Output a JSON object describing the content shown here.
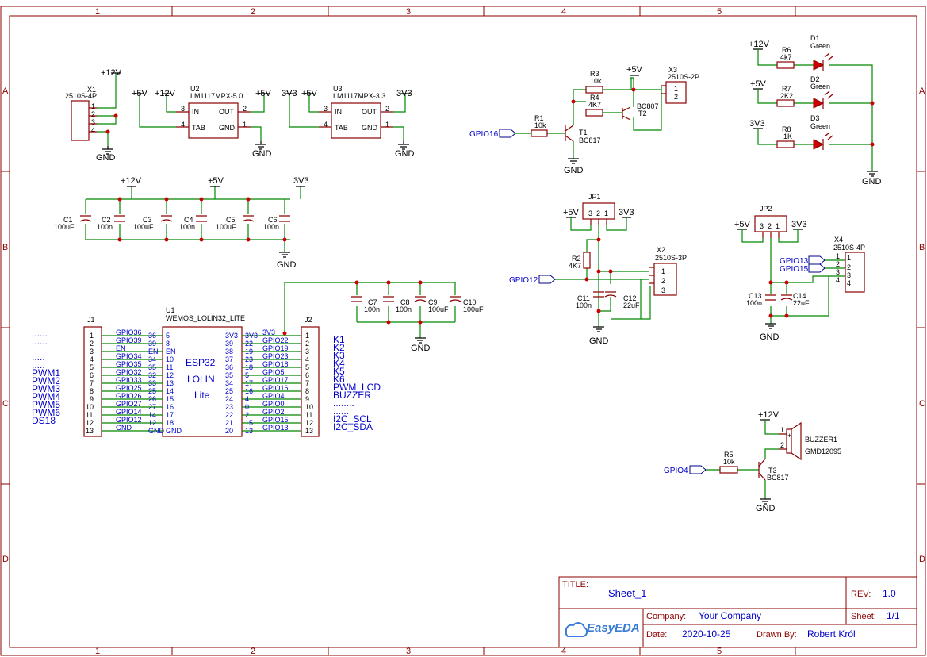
{
  "frame": {
    "columns": [
      "1",
      "2",
      "3",
      "4",
      "5"
    ],
    "rows": [
      "A",
      "B",
      "C",
      "D"
    ]
  },
  "title_block": {
    "title_label": "TITLE:",
    "title": "Sheet_1",
    "rev_label": "REV:",
    "rev": "1.0",
    "company_label": "Company:",
    "company": "Your Company",
    "sheet_label": "Sheet:",
    "sheet": "1/1",
    "date_label": "Date:",
    "date": "2020-10-25",
    "drawn_label": "Drawn By:",
    "drawn_by": "Robert Król",
    "logo": "EasyEDA"
  },
  "power": {
    "p12": "+12V",
    "p5": "+5V",
    "p33": "3V3",
    "gnd": "GND"
  },
  "components": {
    "x1": {
      "ref": "X1",
      "value": "2510S-4P"
    },
    "u2": {
      "ref": "U2",
      "value": "LM1117MPX-5.0",
      "in": "IN",
      "out": "OUT",
      "tab": "TAB",
      "gnd": "GND"
    },
    "u3": {
      "ref": "U3",
      "value": "LM1117MPX-3.3",
      "in": "IN",
      "out": "OUT",
      "tab": "TAB",
      "gnd": "GND"
    },
    "caps_row": [
      {
        "ref": "C1",
        "value": "100uF"
      },
      {
        "ref": "C2",
        "value": "100n"
      },
      {
        "ref": "C3",
        "value": "100uF"
      },
      {
        "ref": "C4",
        "value": "100n"
      },
      {
        "ref": "C5",
        "value": "100uF"
      },
      {
        "ref": "C6",
        "value": "100n"
      }
    ],
    "caps_mid": [
      {
        "ref": "C7",
        "value": "100n"
      },
      {
        "ref": "C8",
        "value": "100n"
      },
      {
        "ref": "C9",
        "value": "100uF"
      },
      {
        "ref": "C10",
        "value": "100uF"
      }
    ],
    "r1": {
      "ref": "R1",
      "value": "10k"
    },
    "r3": {
      "ref": "R3",
      "value": "10k"
    },
    "r4": {
      "ref": "R4",
      "value": "4K7"
    },
    "t1": {
      "ref": "T1",
      "value": "BC817"
    },
    "t2": {
      "ref": "T2",
      "value": "BC807"
    },
    "x3": {
      "ref": "X3",
      "value": "2510S-2P"
    },
    "r6": {
      "ref": "R6",
      "value": "4k7"
    },
    "r7": {
      "ref": "R7",
      "value": "2K2"
    },
    "r8": {
      "ref": "R8",
      "value": "1K"
    },
    "d1": {
      "ref": "D1",
      "value": "Green"
    },
    "d2": {
      "ref": "D2",
      "value": "Green"
    },
    "d3": {
      "ref": "D3",
      "value": "Green"
    },
    "jp1": {
      "ref": "JP1"
    },
    "r2": {
      "ref": "R2",
      "value": "4K7"
    },
    "c11": {
      "ref": "C11",
      "value": "100n"
    },
    "c12": {
      "ref": "C12",
      "value": "22uF"
    },
    "x2": {
      "ref": "X2",
      "value": "2510S-3P"
    },
    "jp2": {
      "ref": "JP2"
    },
    "c13": {
      "ref": "C13",
      "value": "100n"
    },
    "c14": {
      "ref": "C14",
      "value": "22uF"
    },
    "x4": {
      "ref": "X4",
      "value": "2510S-4P"
    },
    "buzzer": {
      "ref": "BUZZER1",
      "value": "GMD12095"
    },
    "r5": {
      "ref": "R5",
      "value": "10k"
    },
    "t3": {
      "ref": "T3",
      "value": "BC817"
    },
    "j1": {
      "ref": "J1"
    },
    "j2": {
      "ref": "J2"
    },
    "u1": {
      "ref": "U1",
      "value": "WEMOS_LOLIN32_LITE",
      "line1": "ESP32",
      "line2": "LOLIN",
      "line3": "Lite",
      "gnd_left": "GND"
    }
  },
  "net_ports": {
    "gpio16": "GPIO16",
    "gpio12": "GPIO12",
    "gpio13": "GPIO13",
    "gpio15": "GPIO15",
    "gpio4": "GPIO4"
  },
  "j1_rows": [
    {
      "pin": "1",
      "net": "GPIO36",
      "upin": "36",
      "upin_in": "5"
    },
    {
      "pin": "2",
      "net": "GPIO39",
      "upin": "39",
      "upin_in": "8"
    },
    {
      "pin": "3",
      "net": "EN",
      "upin": "EN",
      "upin_in": "EN"
    },
    {
      "pin": "4",
      "net": "GPIO34",
      "upin": "34",
      "upin_in": "10"
    },
    {
      "pin": "5",
      "net": "GPIO35",
      "upin": "35",
      "upin_in": "11"
    },
    {
      "pin": "6",
      "net": "GPIO32",
      "upin": "32",
      "upin_in": "12"
    },
    {
      "pin": "7",
      "net": "GPIO33",
      "upin": "33",
      "upin_in": "13"
    },
    {
      "pin": "8",
      "net": "GPIO25",
      "upin": "25",
      "upin_in": "14"
    },
    {
      "pin": "9",
      "net": "GPIO26",
      "upin": "26",
      "upin_in": "15"
    },
    {
      "pin": "10",
      "net": "GPIO27",
      "upin": "27",
      "upin_in": "16"
    },
    {
      "pin": "11",
      "net": "GPIO14",
      "upin": "14",
      "upin_in": "17"
    },
    {
      "pin": "12",
      "net": "GPIO12",
      "upin": "12",
      "upin_in": "18"
    },
    {
      "pin": "13",
      "net": "GND",
      "upin": "GND",
      "upin_in": "GND"
    }
  ],
  "j2_rows": [
    {
      "pin": "1",
      "net": "3V3",
      "upin": "3V3",
      "upin_in": "3V3"
    },
    {
      "pin": "2",
      "net": "GPIO22",
      "upin": "22",
      "upin_in": "39"
    },
    {
      "pin": "3",
      "net": "GPIO19",
      "upin": "19",
      "upin_in": "38"
    },
    {
      "pin": "4",
      "net": "GPIO23",
      "upin": "23",
      "upin_in": "37"
    },
    {
      "pin": "5",
      "net": "GPIO18",
      "upin": "18",
      "upin_in": "36"
    },
    {
      "pin": "6",
      "net": "GPIO5",
      "upin": "5",
      "upin_in": "35"
    },
    {
      "pin": "7",
      "net": "GPIO17",
      "upin": "17",
      "upin_in": "34"
    },
    {
      "pin": "8",
      "net": "GPIO16",
      "upin": "16",
      "upin_in": "25"
    },
    {
      "pin": "9",
      "net": "GPIO4",
      "upin": "4",
      "upin_in": "24"
    },
    {
      "pin": "10",
      "net": "GPIO0",
      "upin": "0",
      "upin_in": "23"
    },
    {
      "pin": "11",
      "net": "GPIO2",
      "upin": "2",
      "upin_in": "22"
    },
    {
      "pin": "12",
      "net": "GPIO15",
      "upin": "15",
      "upin_in": "21"
    },
    {
      "pin": "13",
      "net": "GPIO13",
      "upin": "13",
      "upin_in": "20"
    }
  ],
  "left_notes": [
    "......",
    "......",
    "",
    ".....",
    ".....",
    "PWM1",
    "PWM2",
    "PWM3",
    "PWM4",
    "PWM5",
    "PWM6",
    "DS18"
  ],
  "right_notes": [
    "K1",
    "K2",
    "K3",
    "K4",
    "K5",
    "K6",
    "PWM_LCD",
    "BUZZER",
    "........",
    "......",
    "I2C_SCL",
    "I2C_SDA"
  ],
  "colors": {
    "frame": "#8b0000",
    "wire": "#008800",
    "label": "#0000cc",
    "junction": "#cc0000"
  }
}
